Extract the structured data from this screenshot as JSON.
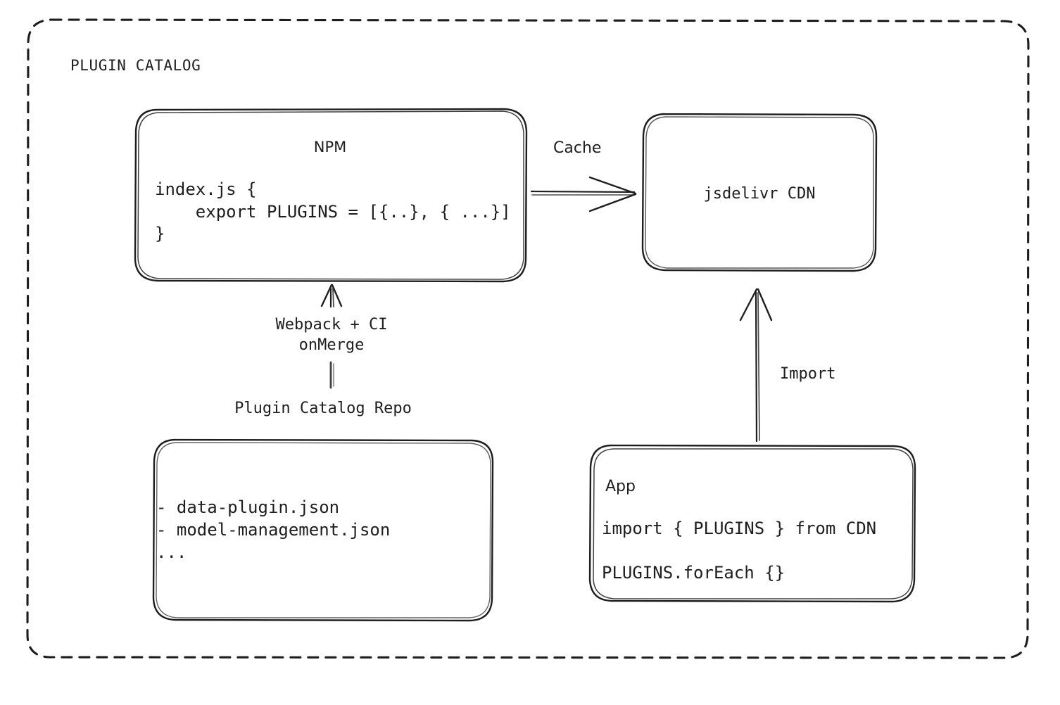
{
  "diagram": {
    "title": "PLUGIN CATALOG",
    "style": "hand-drawn whiteboard sketch, dashed outer frame",
    "stroke_color": "#1e1e1e",
    "background_color": "#ffffff"
  },
  "nodes": {
    "npm": {
      "title": "NPM",
      "code": "index.js {\n    export PLUGINS = [{..}, { ...}]\n}"
    },
    "cdn": {
      "title": "jsdelivr CDN"
    },
    "repo": {
      "title": "Plugin Catalog Repo",
      "files": "- data-plugin.json\n- model-management.json\n..."
    },
    "app": {
      "title": "App",
      "line_1": "import { PLUGINS } from CDN",
      "line_2": "PLUGINS.forEach {}"
    }
  },
  "edges": {
    "npm_to_cdn": {
      "label": "Cache",
      "from": "npm",
      "to": "cdn",
      "direction": "right"
    },
    "repo_to_npm": {
      "label": "Webpack + CI\nonMerge",
      "from": "repo",
      "to": "npm",
      "direction": "up"
    },
    "app_to_cdn": {
      "label": "Import",
      "from": "app",
      "to": "cdn",
      "direction": "up"
    }
  }
}
